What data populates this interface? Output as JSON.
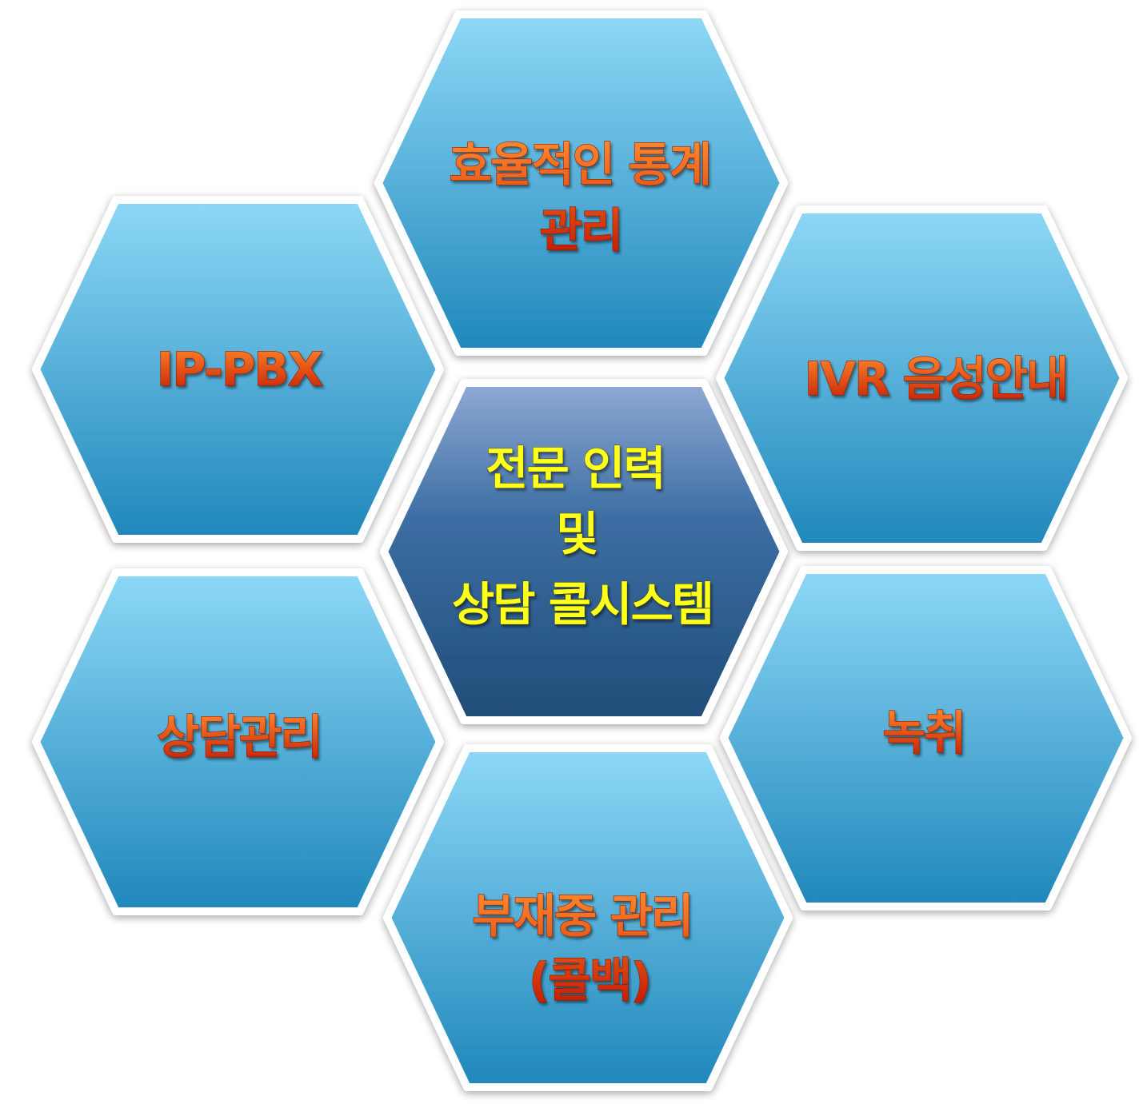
{
  "diagram": {
    "center": {
      "lines": [
        "전문 인력",
        "및",
        "상담 콜시스템"
      ],
      "text_color": "#ffff1a",
      "fill_top": "#8fa9d4",
      "fill_bottom": "#1f4d78"
    },
    "outer": [
      {
        "id": "top",
        "lines": [
          "효율적인 통계",
          "관리"
        ]
      },
      {
        "id": "top-left",
        "lines": [
          "IP-PBX"
        ]
      },
      {
        "id": "top-right",
        "lines": [
          "IVR 음성안내"
        ]
      },
      {
        "id": "bottom-left",
        "lines": [
          "상담관리"
        ]
      },
      {
        "id": "bottom-right",
        "lines": [
          "녹취"
        ]
      },
      {
        "id": "bottom",
        "lines": [
          "부재중 관리",
          "(콜백)"
        ]
      }
    ],
    "colors": {
      "hex_fill_top": "#8dd8f6",
      "hex_fill_bottom": "#1f87bb",
      "hex_border": "#ffffff",
      "label_top": "#ff7a2a",
      "label_bottom": "#c01e00"
    }
  }
}
